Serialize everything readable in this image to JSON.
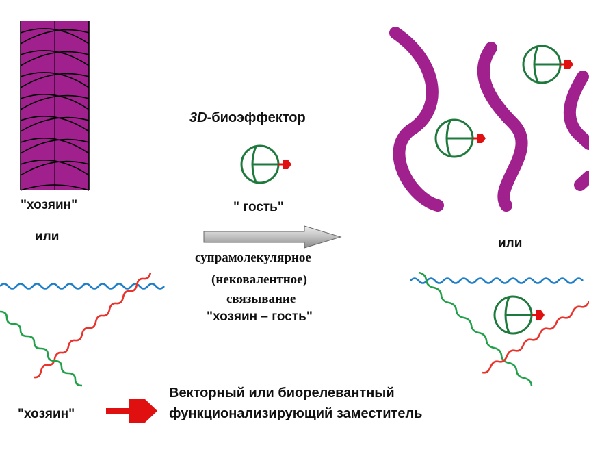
{
  "labels": {
    "host_top": "\"хозяин\"",
    "or_left": "или",
    "effector_prefix": "3D",
    "effector_suffix": "-биоэффектор",
    "guest": "\" гость\"",
    "binding_line1": "супрамолекулярное",
    "binding_line2": "(нековалентное)",
    "binding_line3": "связывание",
    "binding_line4": "\"хозяин – гость\"",
    "or_right": "или",
    "host_bottom": "\"хозяин\"",
    "legend_line1": "Векторный или биорелевантный",
    "legend_line2": "функционализирующий заместитель"
  },
  "colors": {
    "host_braid": "#a0208e",
    "braid_outline": "#000000",
    "guest": "#1e7a3c",
    "substituent": "#e01010",
    "chain_blue": "#1e7fc8",
    "chain_red": "#e8342c",
    "chain_green": "#22a04a",
    "arrow_fill": "#c8c8c8"
  }
}
